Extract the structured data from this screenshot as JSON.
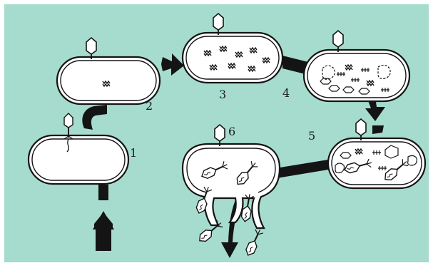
{
  "colors": {
    "background": "#a5dccd",
    "frame": "#ffffff",
    "ink": "#141414",
    "cell_fill": "#ffffff"
  },
  "stage_labels": {
    "s1": "1",
    "s2": "2",
    "s3": "3",
    "s4": "4",
    "s5": "5",
    "s6": "6"
  }
}
